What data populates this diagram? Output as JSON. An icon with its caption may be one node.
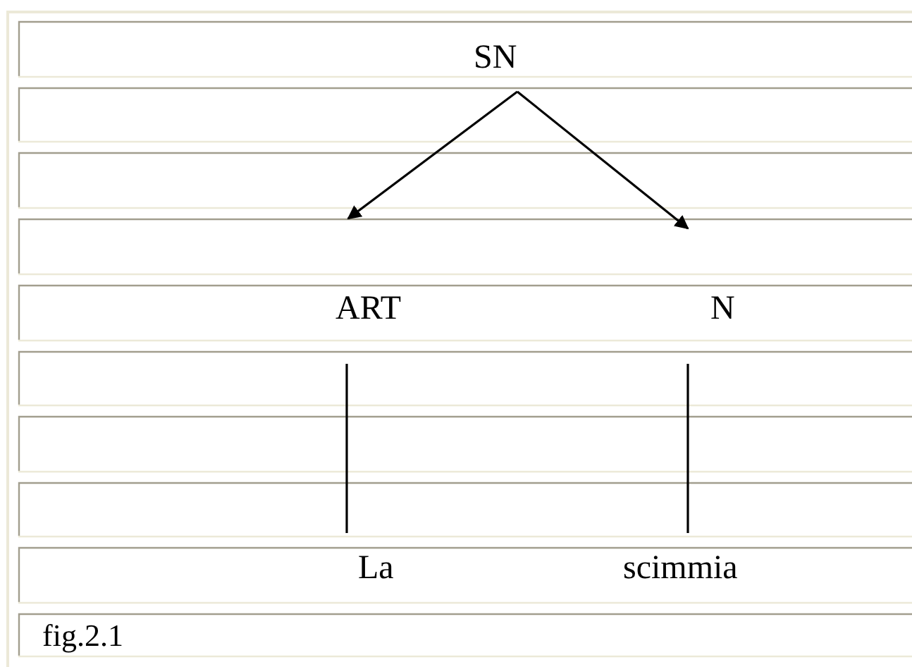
{
  "diagram": {
    "caption": "fig.2.1",
    "nodes": [
      {
        "text": [
          "SN"
        ]
      },
      {
        "text": [
          "ART"
        ]
      },
      {
        "text": [
          "N"
        ]
      },
      {
        "text": [
          "La"
        ]
      },
      {
        "text": [
          "scimmia"
        ]
      }
    ],
    "edges": [
      {
        "from": 0,
        "to": 1,
        "arrow": "to"
      },
      {
        "from": 0,
        "to": 2,
        "arrow": "to"
      },
      {
        "from": 1,
        "to": 3,
        "arrow": "none"
      },
      {
        "from": 2,
        "to": 4,
        "arrow": "none"
      }
    ]
  }
}
